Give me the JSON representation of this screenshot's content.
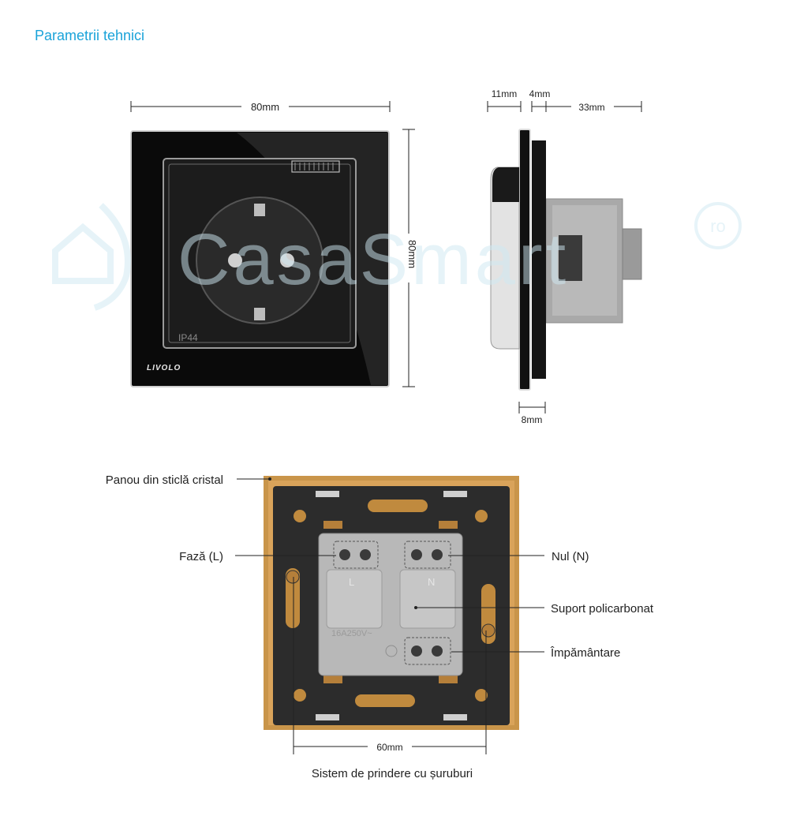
{
  "page": {
    "title": "Parametrii tehnici"
  },
  "watermark": {
    "brand": "CasaSmart",
    "reg": "ro"
  },
  "front_view": {
    "width_label": "80mm",
    "height_label": "80mm",
    "brand": "LIVOLO",
    "rating": "IP44"
  },
  "side_view": {
    "dim_a": "11mm",
    "dim_b": "4mm",
    "dim_c": "33mm",
    "dim_d": "8mm"
  },
  "back_view": {
    "labels": {
      "panel": "Panou din sticlă cristal",
      "phase": "Fază (L)",
      "neutral": "Nul (N)",
      "support": "Suport policarbonat",
      "earth": "Împământare",
      "mounting": "Sistem de prindere cu șuruburi"
    },
    "spacing_label": "60mm",
    "marks": {
      "l": "L",
      "n": "N",
      "rating": "16A250V~"
    }
  },
  "colors": {
    "title": "#1aa3d9",
    "glass": "#0a0a0a",
    "frame": "#c9954a",
    "back_plate": "#2c2c2c",
    "module": "#b8b8b8",
    "lines": "#222222"
  }
}
